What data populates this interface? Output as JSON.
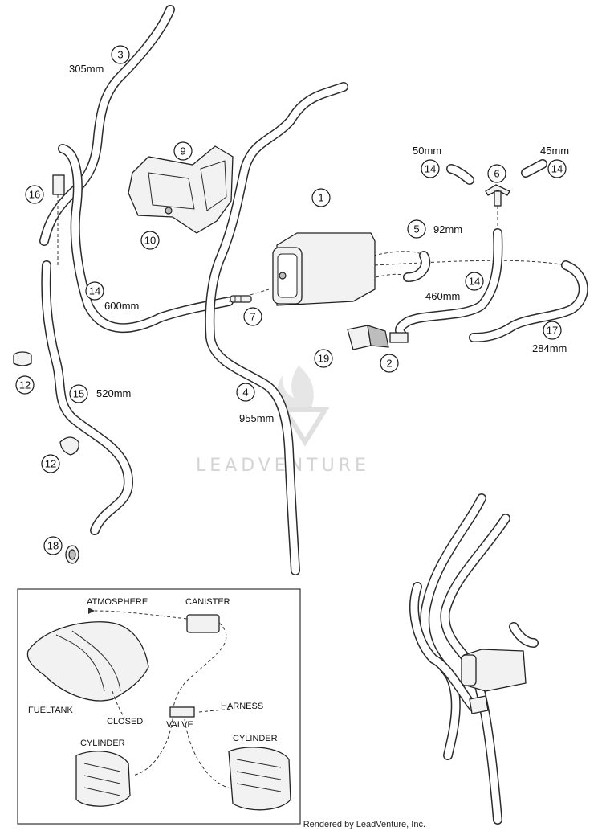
{
  "callouts": [
    {
      "id": "1",
      "num": "1"
    },
    {
      "id": "2",
      "num": "2"
    },
    {
      "id": "3",
      "num": "3"
    },
    {
      "id": "4",
      "num": "4"
    },
    {
      "id": "5",
      "num": "5"
    },
    {
      "id": "6",
      "num": "6"
    },
    {
      "id": "7",
      "num": "7"
    },
    {
      "id": "9",
      "num": "9"
    },
    {
      "id": "10",
      "num": "10"
    },
    {
      "id": "12a",
      "num": "12"
    },
    {
      "id": "12b",
      "num": "12"
    },
    {
      "id": "14a",
      "num": "14"
    },
    {
      "id": "14b",
      "num": "14"
    },
    {
      "id": "14c",
      "num": "14"
    },
    {
      "id": "14d",
      "num": "14"
    },
    {
      "id": "15",
      "num": "15"
    },
    {
      "id": "16",
      "num": "16"
    },
    {
      "id": "17",
      "num": "17"
    },
    {
      "id": "18",
      "num": "18"
    },
    {
      "id": "19",
      "num": "19"
    }
  ],
  "lengths": {
    "l305": "305mm",
    "l50": "50mm",
    "l45": "45mm",
    "l92": "92mm",
    "l600": "600mm",
    "l460": "460mm",
    "l284": "284mm",
    "l520": "520mm",
    "l955": "955mm"
  },
  "inset": {
    "atmosphere": "ATMOSPHERE",
    "canister": "CANISTER",
    "fueltank": "FUELTANK",
    "closed": "CLOSED",
    "valve": "VALVE",
    "harness": "HARNESS",
    "cylinder_left": "CYLINDER",
    "cylinder_right": "CYLINDER"
  },
  "watermark": "LEADVENTURE",
  "footer": "Rendered by LeadVenture, Inc."
}
